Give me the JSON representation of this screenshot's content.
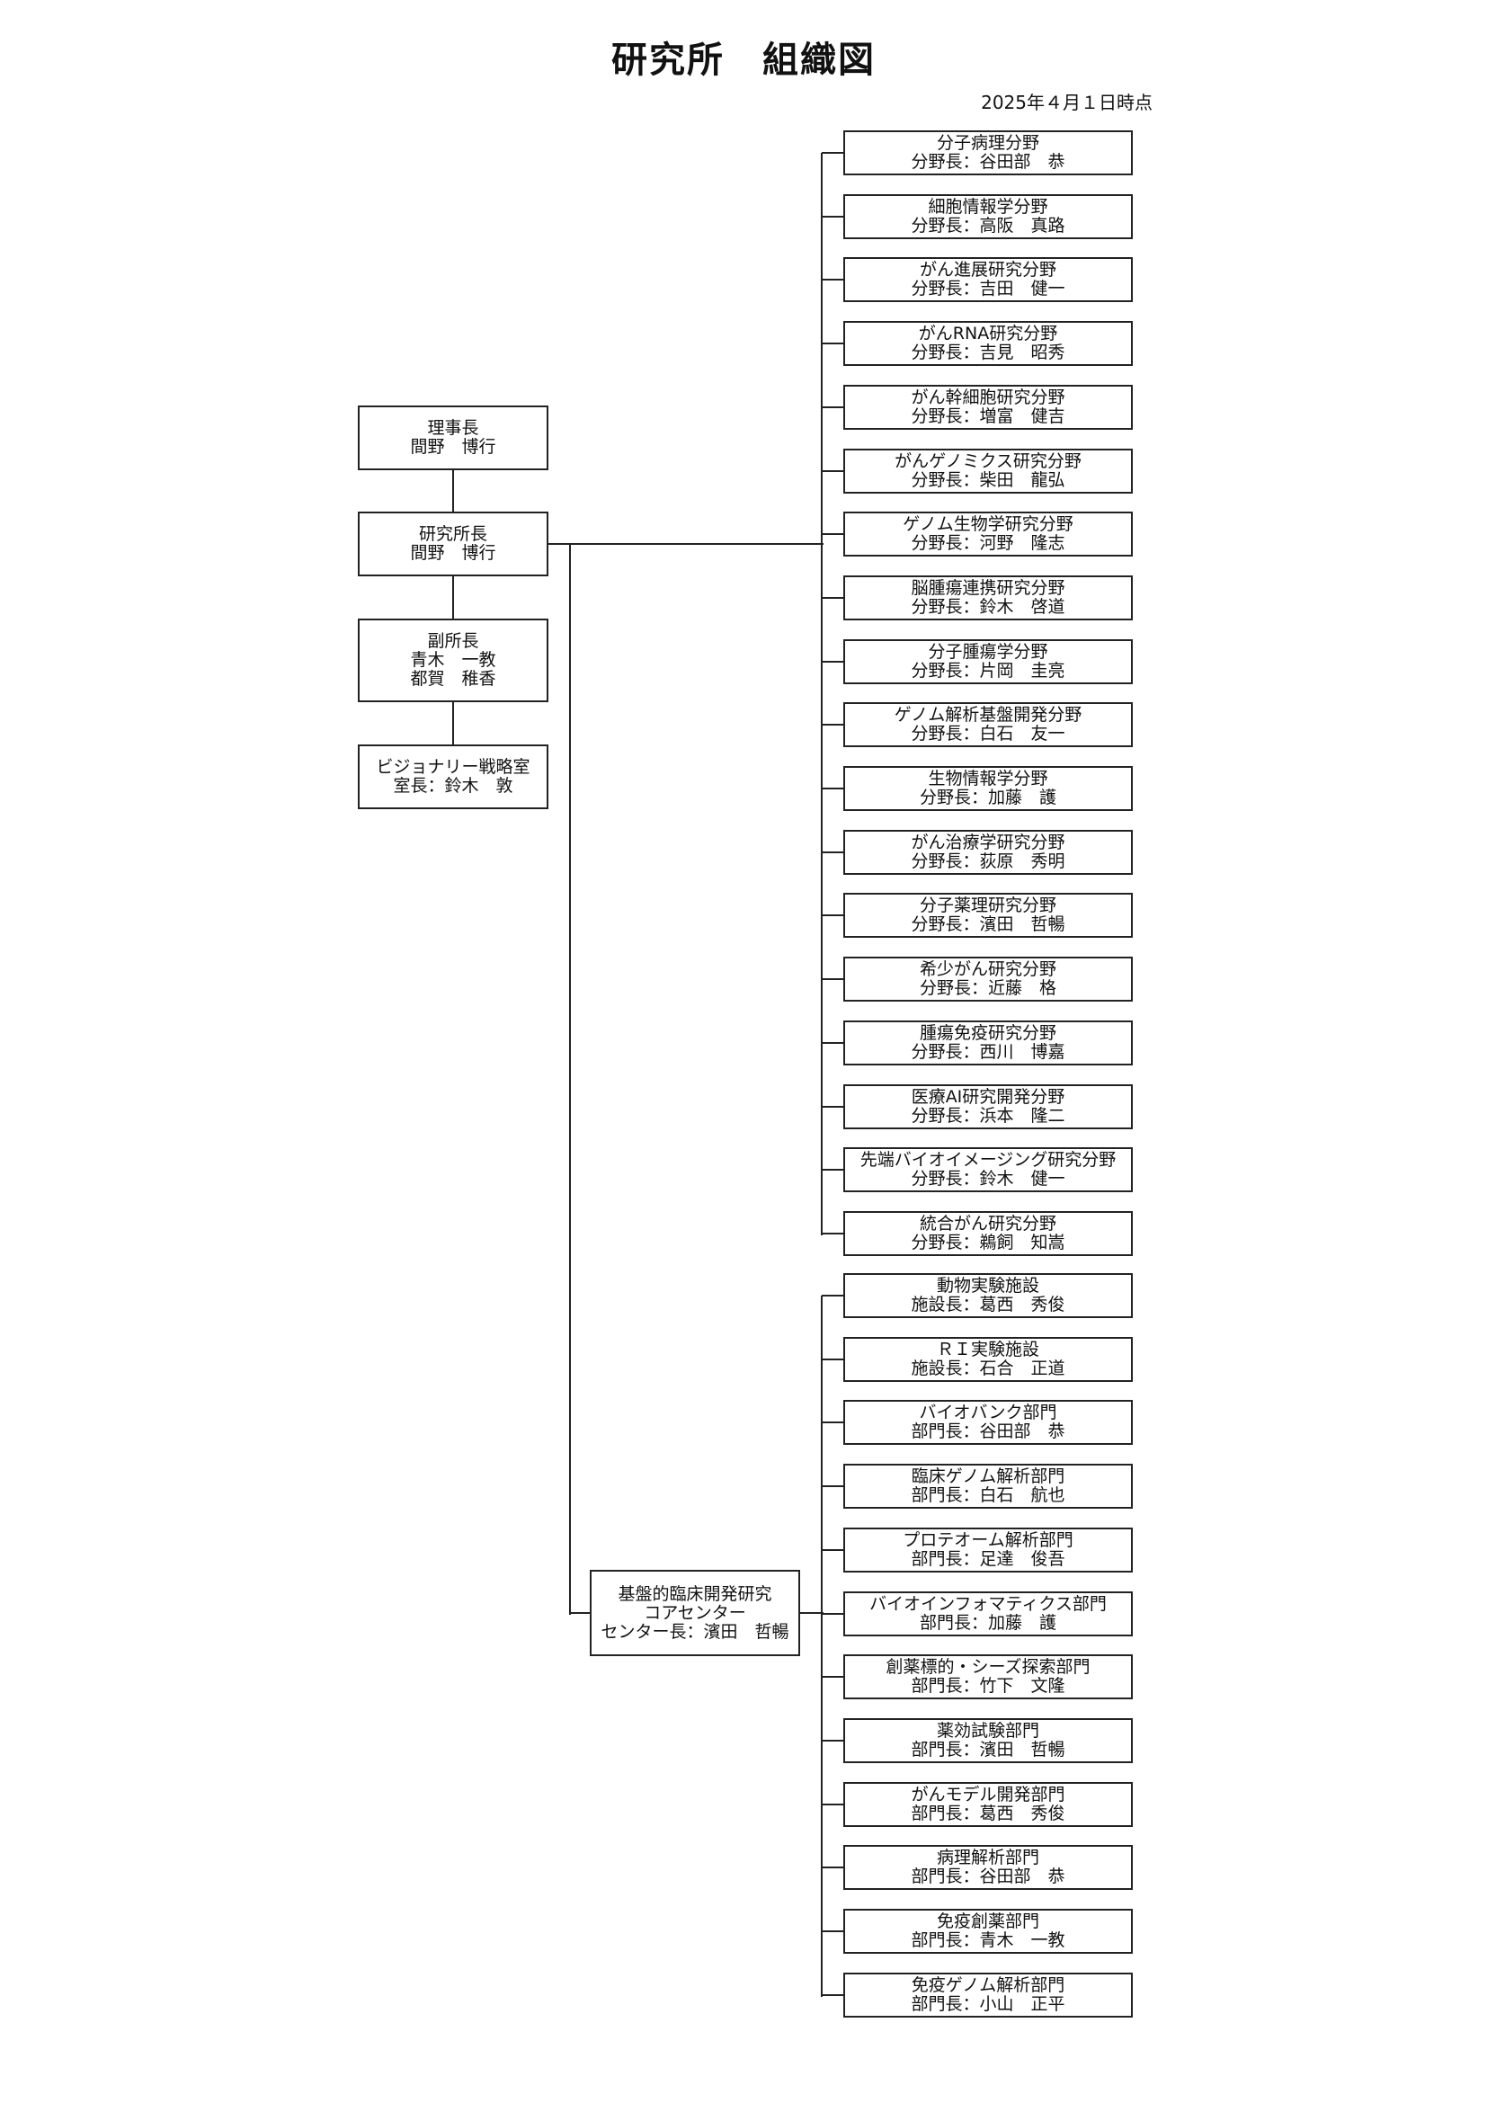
{
  "title": "研究所　組織図",
  "date": "2025年４月１日時点",
  "left_chain": [
    {
      "lines": [
        "理事長",
        "間野　博行"
      ]
    },
    {
      "lines": [
        "研究所長",
        "間野　博行"
      ]
    },
    {
      "lines": [
        "副所長",
        "青木　一教",
        "都賀　稚香"
      ]
    },
    {
      "lines": [
        "ビジョナリー戦略室",
        "室長：鈴木　敦"
      ]
    }
  ],
  "research_fields": [
    {
      "name": "分子病理分野",
      "head": "分野長：谷田部　恭"
    },
    {
      "name": "細胞情報学分野",
      "head": "分野長：高阪　真路"
    },
    {
      "name": "がん進展研究分野",
      "head": "分野長：吉田　健一"
    },
    {
      "name": "がんRNA研究分野",
      "head": "分野長：吉見　昭秀"
    },
    {
      "name": "がん幹細胞研究分野",
      "head": "分野長：増富　健吉"
    },
    {
      "name": "がんゲノミクス研究分野",
      "head": "分野長：柴田　龍弘"
    },
    {
      "name": "ゲノム生物学研究分野",
      "head": "分野長：河野　隆志"
    },
    {
      "name": "脳腫瘍連携研究分野",
      "head": "分野長：鈴木　啓道"
    },
    {
      "name": "分子腫瘍学分野",
      "head": "分野長：片岡　圭亮"
    },
    {
      "name": "ゲノム解析基盤開発分野",
      "head": "分野長：白石　友一"
    },
    {
      "name": "生物情報学分野",
      "head": "分野長：加藤　護"
    },
    {
      "name": "がん治療学研究分野",
      "head": "分野長：荻原　秀明"
    },
    {
      "name": "分子薬理研究分野",
      "head": "分野長：濱田　哲暢"
    },
    {
      "name": "希少がん研究分野",
      "head": "分野長：近藤　格"
    },
    {
      "name": "腫瘍免疫研究分野",
      "head": "分野長：西川　博嘉"
    },
    {
      "name": "医療AI研究開発分野",
      "head": "分野長：浜本　隆二"
    },
    {
      "name": "先端バイオイメージング研究分野",
      "head": "分野長：鈴木　健一"
    },
    {
      "name": "統合がん研究分野",
      "head": "分野長：鵜飼　知嵩"
    }
  ],
  "core_center": {
    "lines": [
      "基盤的臨床開発研究",
      "コアセンター",
      "センター長：濱田　哲暢"
    ]
  },
  "core_units": [
    {
      "name": "動物実験施設",
      "head": "施設長：葛西　秀俊"
    },
    {
      "name": "ＲＩ実験施設",
      "head": "施設長：石合　正道"
    },
    {
      "name": "バイオバンク部門",
      "head": "部門長：谷田部　恭"
    },
    {
      "name": "臨床ゲノム解析部門",
      "head": "部門長：白石　航也"
    },
    {
      "name": "プロテオーム解析部門",
      "head": "部門長：足達　俊吾"
    },
    {
      "name": "バイオインフォマティクス部門",
      "head": "部門長：加藤　護"
    },
    {
      "name": "創薬標的・シーズ探索部門",
      "head": "部門長：竹下　文隆"
    },
    {
      "name": "薬効試験部門",
      "head": "部門長：濱田　哲暢"
    },
    {
      "name": "がんモデル開発部門",
      "head": "部門長：葛西　秀俊"
    },
    {
      "name": "病理解析部門",
      "head": "部門長：谷田部　恭"
    },
    {
      "name": "免疫創薬部門",
      "head": "部門長：青木　一教"
    },
    {
      "name": "免疫ゲノム解析部門",
      "head": "部門長：小山　正平"
    }
  ]
}
